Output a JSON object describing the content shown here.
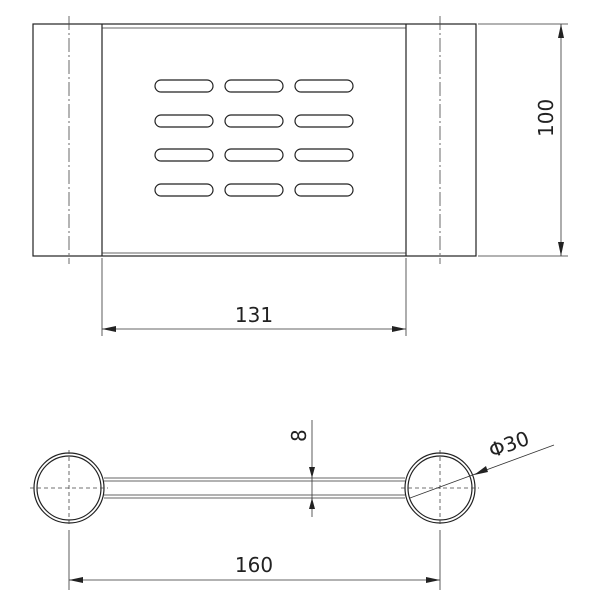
{
  "top_view": {
    "slot_rows": 4,
    "slot_columns": 3,
    "dimensions": {
      "height": "100",
      "inner_width": "131"
    }
  },
  "side_view": {
    "dimensions": {
      "bar_thickness": "8",
      "diameter": "Φ30",
      "center_distance": "160"
    }
  },
  "colors": {
    "line": "#222222",
    "background": "#ffffff"
  }
}
